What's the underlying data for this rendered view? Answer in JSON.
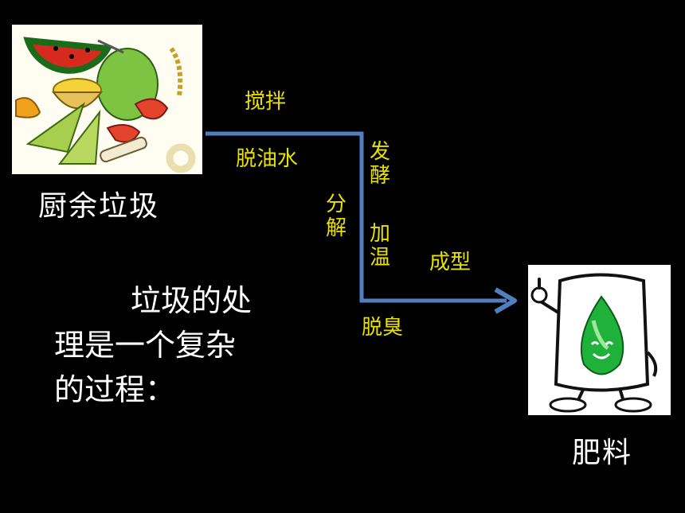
{
  "source_label": "厨余垃圾",
  "result_label": "肥料",
  "steps": {
    "stir": "搅拌",
    "deoil": "脱油水",
    "ferment": "发酵",
    "decompose": "分解",
    "heat": "加温",
    "shape": "成型",
    "deodor": "脱臭"
  },
  "paragraph": {
    "line1": "垃圾的处",
    "line2": "理是一个复杂",
    "line3": "的过程："
  },
  "colors": {
    "background": "#000000",
    "arrow": "#4f7fbf",
    "step_text": "#e8e000",
    "main_text": "#ffffff"
  }
}
